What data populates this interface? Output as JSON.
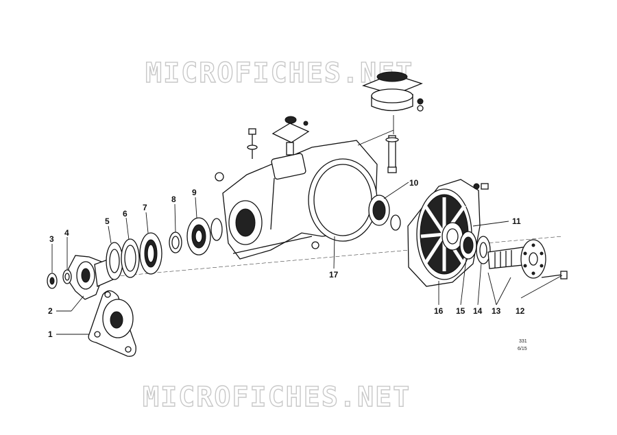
{
  "watermark": {
    "text": "MICROFICHES.NET"
  },
  "reference": {
    "code": "331",
    "sheet": "6/15"
  },
  "callouts": [
    {
      "id": 1,
      "label": "1"
    },
    {
      "id": 2,
      "label": "2"
    },
    {
      "id": 3,
      "label": "3"
    },
    {
      "id": 4,
      "label": "4"
    },
    {
      "id": 5,
      "label": "5"
    },
    {
      "id": 6,
      "label": "6"
    },
    {
      "id": 7,
      "label": "7"
    },
    {
      "id": 8,
      "label": "8"
    },
    {
      "id": 9,
      "label": "9"
    },
    {
      "id": 10,
      "label": "10"
    },
    {
      "id": 11,
      "label": "11"
    },
    {
      "id": 12,
      "label": "12"
    },
    {
      "id": 13,
      "label": "13"
    },
    {
      "id": 14,
      "label": "14"
    },
    {
      "id": 15,
      "label": "15"
    },
    {
      "id": 16,
      "label": "16"
    },
    {
      "id": 17,
      "label": "17"
    }
  ],
  "colors": {
    "ink": "#111111",
    "watermark": "#c8c8c8",
    "paper": "#ffffff"
  }
}
